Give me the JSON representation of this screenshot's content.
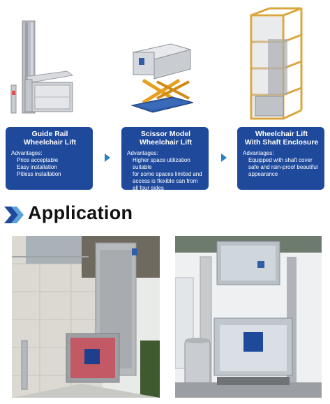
{
  "products": [
    {
      "title_line1": "Guide Rail",
      "title_line2": "Wheelchair Lift",
      "advantages_label": "Advantages:",
      "advantages": [
        "Price acceptable",
        "Easy installation",
        "Pitless installation"
      ]
    },
    {
      "title_line1": "Scissor Model",
      "title_line2": "Wheelchair Lift",
      "advantages_label": "Advantages:",
      "advantages": [
        "Higher space utilization suitable",
        "for some spaces limited and",
        "access is flexible can from",
        "all four sides"
      ]
    },
    {
      "title_line1": "Wheelchair Lift",
      "title_line2": "With Shaft Enclosure",
      "advantages_label": "Advantages:",
      "advantages": [
        "Equipped with shaft cover",
        "safe and rain-proof beautiful",
        "appearance"
      ]
    }
  ],
  "section_title": "Application",
  "colors": {
    "card_bg": "#1f4a9c",
    "arrow": "#2a7fc1",
    "frame_gold": "#d9a640",
    "scissor_orange": "#e6a020",
    "platform_blue": "#2f5da8"
  },
  "icons": [
    "accessibility-sign-icon",
    "chevron-right-icon",
    "double-chevron-icon"
  ]
}
